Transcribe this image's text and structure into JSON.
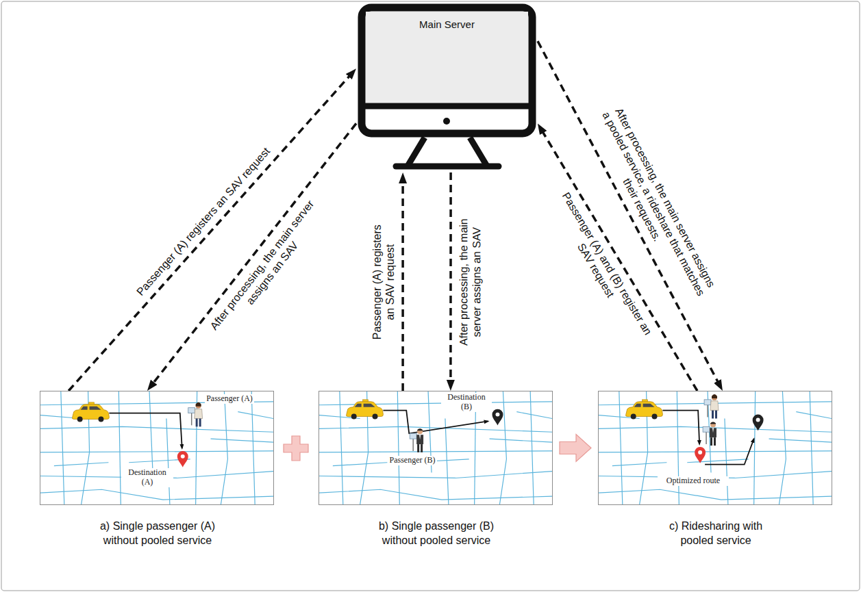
{
  "diagram": {
    "nodes": [
      {
        "text": [
          "Main Server"
        ]
      },
      {
        "text": [
          "Passenger (A)",
          "Destination (A)",
          "a) Single passenger (A) without pooled service"
        ]
      },
      {
        "text": [
          "Destination (B)",
          "Passenger (B)",
          "b) Single passenger (B) without pooled service"
        ]
      },
      {
        "text": [
          "Optimized route",
          "c) Ridesharing with pooled service"
        ]
      }
    ],
    "edges": [
      {
        "from": 1,
        "to": 0,
        "arrow": "to",
        "label": "Passenger (A) registers an SAV request"
      },
      {
        "from": 0,
        "to": 1,
        "arrow": "to",
        "label": "After processing, the main server assigns an SAV"
      },
      {
        "from": 2,
        "to": 0,
        "arrow": "to",
        "label": "Passenger (A) registers an SAV request"
      },
      {
        "from": 0,
        "to": 2,
        "arrow": "to",
        "label": "After processing, the main server assigns an SAV"
      },
      {
        "from": 3,
        "to": 0,
        "arrow": "to",
        "label": "Passenger (A) and (B) register an SAV request"
      },
      {
        "from": 0,
        "to": 3,
        "arrow": "to",
        "label": "After processing, the main server assigns a pooled service, a rideshare that matches their requests."
      },
      {
        "from": 2,
        "to": 3,
        "arrow": "to"
      }
    ]
  }
}
